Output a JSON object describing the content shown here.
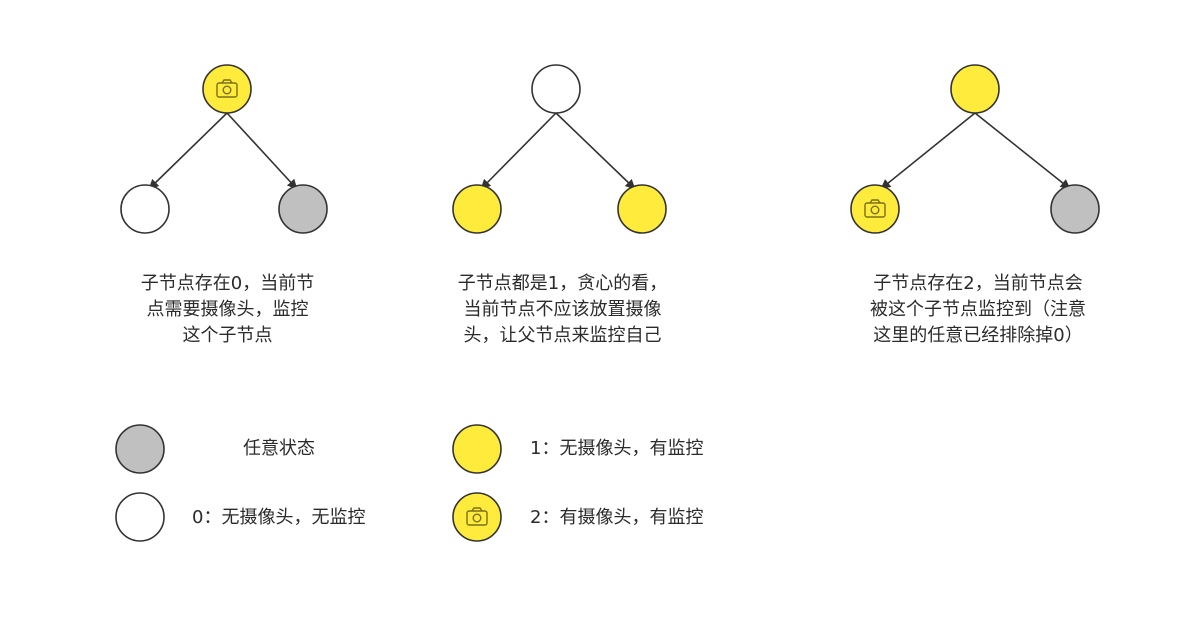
{
  "colors": {
    "yellow": "#ffeb3b",
    "gray": "#c0c0c0",
    "white": "#ffffff",
    "stroke": "#333333",
    "camera_stroke": "#7a6f1a"
  },
  "trees": [
    {
      "root": {
        "state": "2-camera"
      },
      "left": {
        "state": "0-none"
      },
      "right": {
        "state": "any"
      },
      "caption_lines": [
        "子节点存在0，当前节",
        "点需要摄像头，监控",
        "这个子节点"
      ]
    },
    {
      "root": {
        "state": "0-none"
      },
      "left": {
        "state": "1-covered"
      },
      "right": {
        "state": "1-covered"
      },
      "caption_lines": [
        "子节点都是1，贪心的看，",
        "当前节点不应该放置摄像",
        "头，让父节点来监控自己"
      ]
    },
    {
      "root": {
        "state": "1-covered"
      },
      "left": {
        "state": "2-camera"
      },
      "right": {
        "state": "any"
      },
      "caption_lines": [
        "子节点存在2，当前节点会",
        "被这个子节点监控到（注意",
        "这里的任意已经排除掉0）"
      ]
    }
  ],
  "legend": [
    {
      "state": "any",
      "label": "任意状态"
    },
    {
      "state": "0-none",
      "label": "0：无摄像头，无监控"
    },
    {
      "state": "1-covered",
      "label": "1：无摄像头，有监控"
    },
    {
      "state": "2-camera",
      "label": "2：有摄像头，有监控"
    }
  ]
}
